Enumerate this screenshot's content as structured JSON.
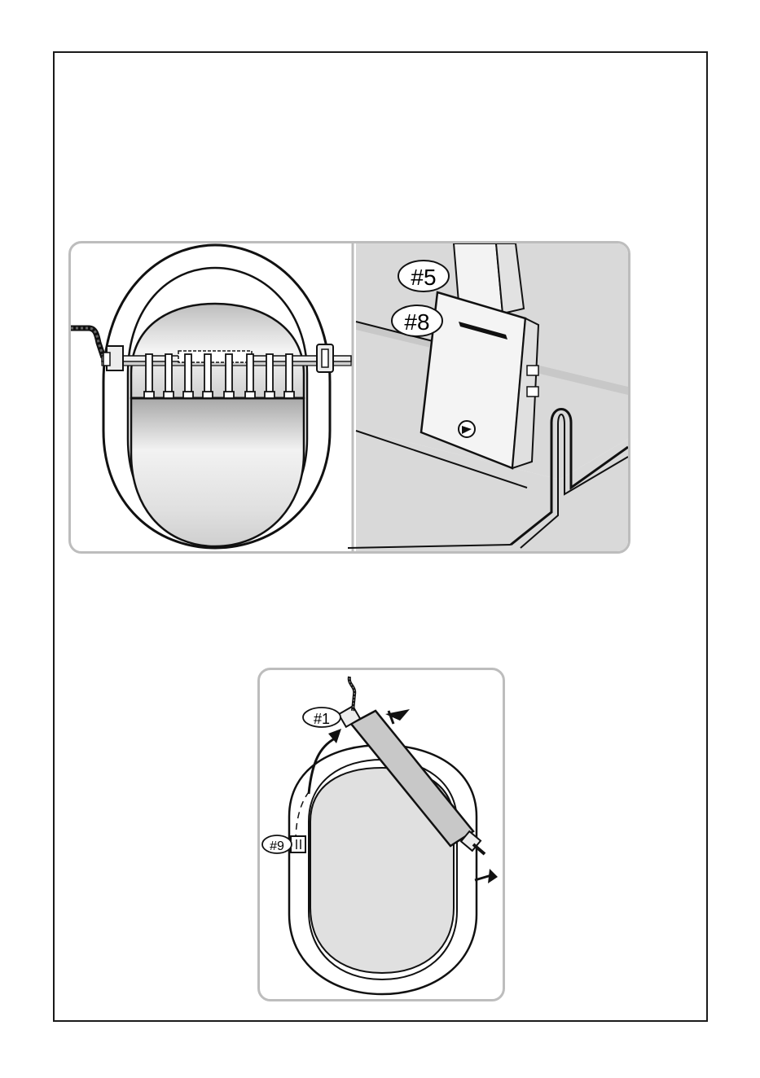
{
  "figures": {
    "top": {
      "right_callouts": [
        "#5",
        "#8"
      ]
    },
    "bottom": {
      "callouts": [
        "#1",
        "#9"
      ]
    }
  },
  "colors": {
    "panel_border": "#bdbdbd",
    "fill_light": "#e6e6e6",
    "fill_mid": "#d5d5d5",
    "line": "#111111"
  }
}
